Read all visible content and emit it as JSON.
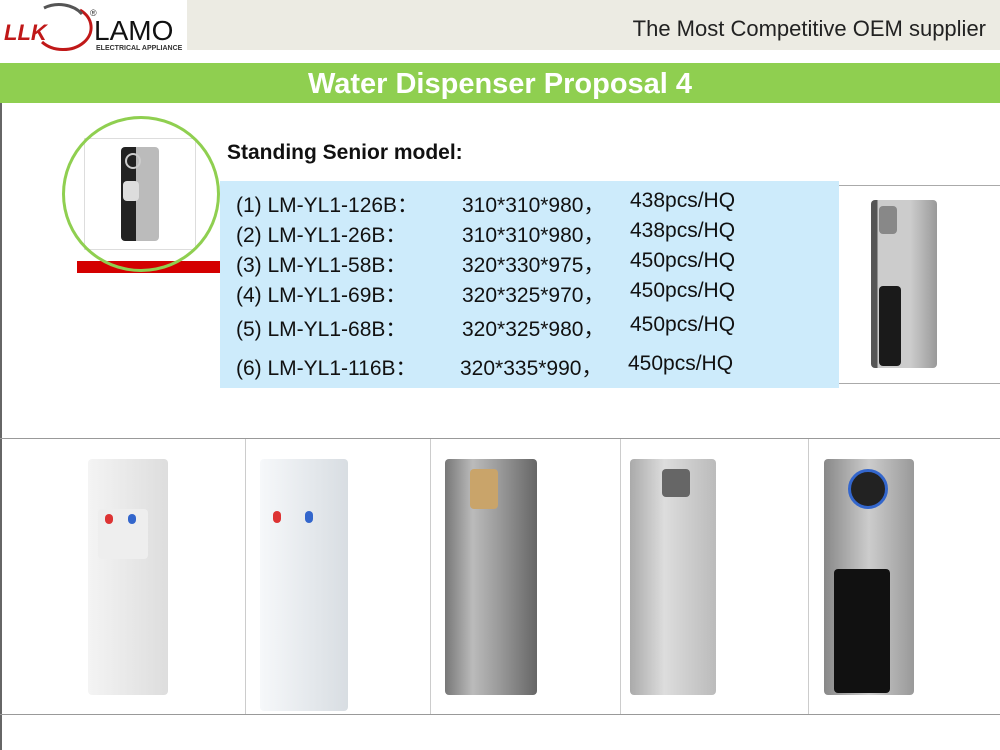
{
  "header": {
    "brand": "LAMO",
    "brand_sub": "ELECTRICAL APPLIANCE",
    "tagline": "The Most Competitive OEM supplier"
  },
  "title": "Water Dispenser Proposal 4",
  "subtitle": "Standing Senior model:",
  "models": [
    {
      "label": "(1) LM-YL1-126B：",
      "dims": "310*310*980，",
      "qty": "438pcs/HQ"
    },
    {
      "label": "(2) LM-YL1-26B：",
      "dims": "310*310*980，",
      "qty": "438pcs/HQ"
    },
    {
      "label": "(3) LM-YL1-58B：",
      "dims": "320*330*975，",
      "qty": "450pcs/HQ"
    },
    {
      "label": "(4) LM-YL1-69B：",
      "dims": "320*325*970，",
      "qty": "450pcs/HQ"
    },
    {
      "label": "(5) LM-YL1-68B：",
      "dims": "320*325*980，",
      "qty": "450pcs/HQ"
    },
    {
      "label": "(6) LM-YL1-116B：",
      "dims": "320*335*990，",
      "qty": "450pcs/HQ"
    }
  ],
  "colors": {
    "accent_green": "#8fcf50",
    "accent_red": "#d40000",
    "box_blue": "#cdebfb"
  }
}
